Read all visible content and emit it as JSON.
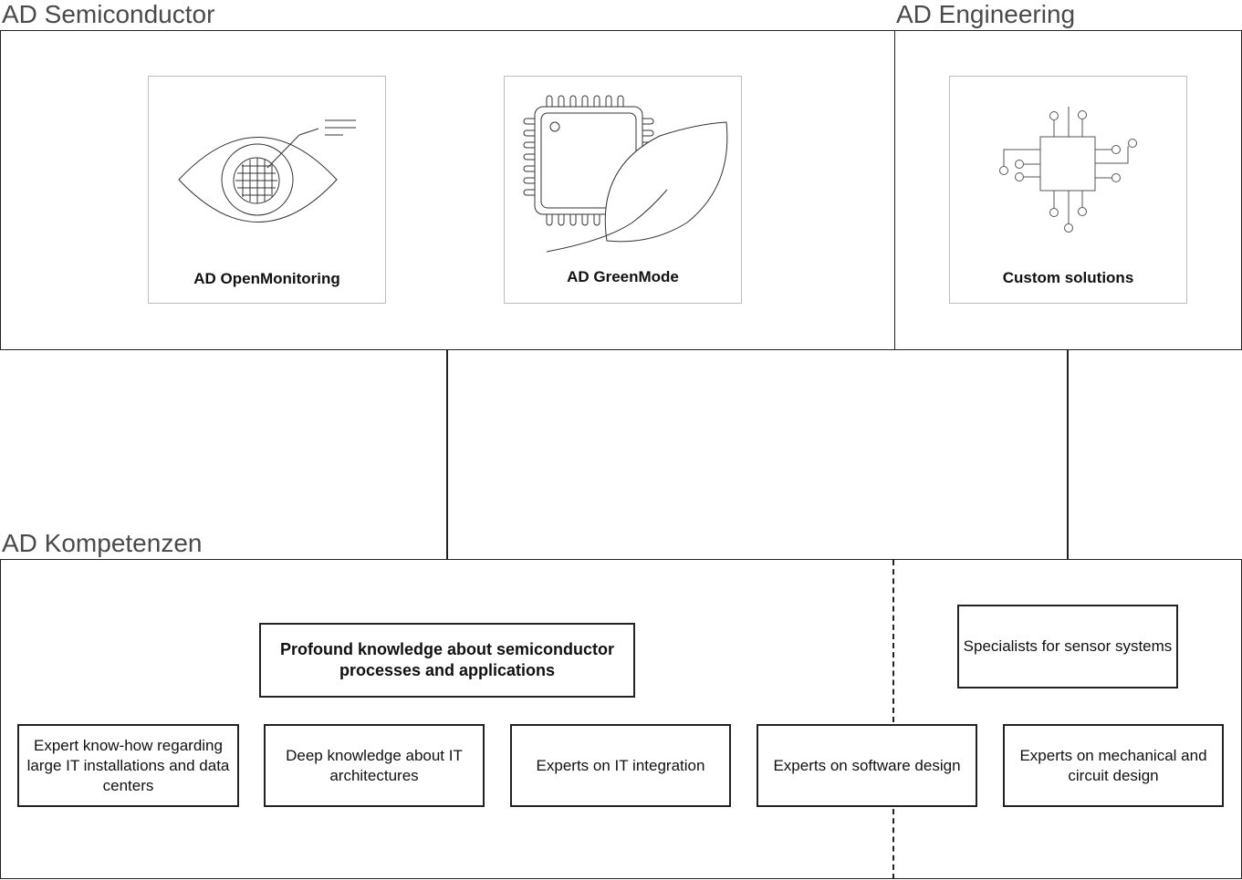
{
  "sections": {
    "semiconductor": {
      "title": "AD Semiconductor"
    },
    "engineering": {
      "title": "AD Engineering"
    },
    "kompetenzen": {
      "title": "AD Kompetenzen"
    }
  },
  "products": {
    "openmonitoring": {
      "label": "AD OpenMonitoring",
      "icon": "eye-chip-icon"
    },
    "greenmode": {
      "label": "AD GreenMode",
      "icon": "chip-leaf-icon"
    },
    "custom": {
      "label": "Custom solutions",
      "icon": "circuit-chip-icon"
    }
  },
  "competences": {
    "semiconductor_processes": "Profound knowledge about semiconductor processes and applications",
    "sensor_systems": "Specialists for sensor systems",
    "it_installations": "Expert know-how regarding large IT installations and data centers",
    "it_architectures": "Deep knowledge about IT architectures",
    "it_integration": "Experts on IT integration",
    "software_design": "Experts on software design",
    "mechanical_circuit": "Experts on mechanical and circuit design"
  },
  "colors": {
    "line": "#222222",
    "card_border": "#bdbdbd",
    "title": "#4a4a4a"
  }
}
